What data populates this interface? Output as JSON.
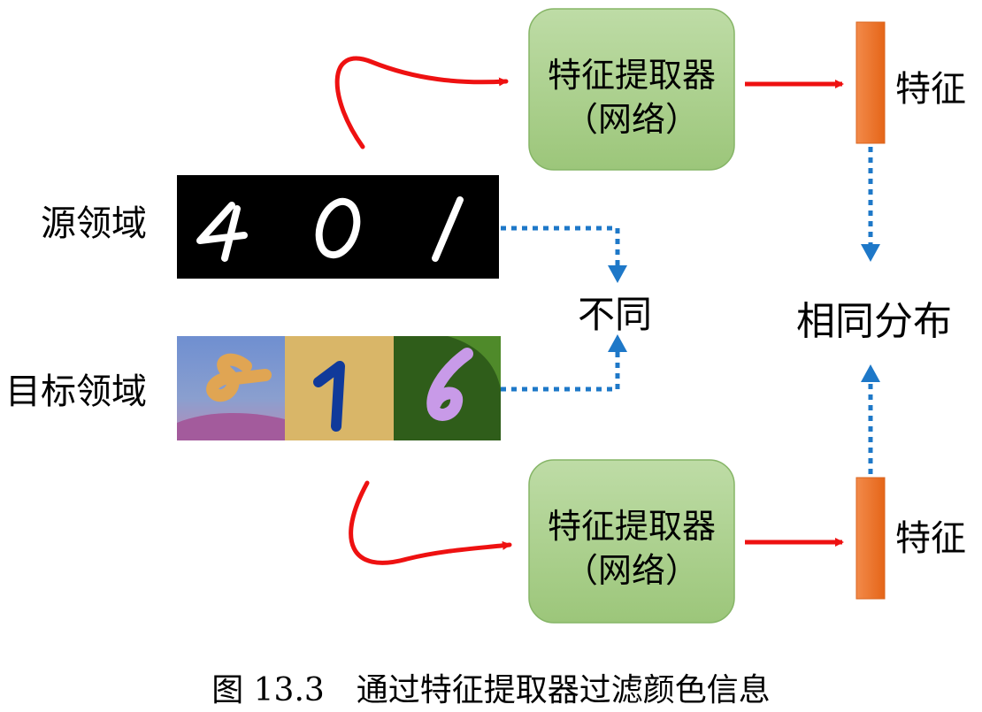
{
  "labels": {
    "source_domain": "源领域",
    "target_domain": "目标领域",
    "different": "不同",
    "same_distribution": "相同分布",
    "caption": "图 13.3　通过特征提取器过滤颜色信息"
  },
  "extractor_top": {
    "line1": "特征提取器",
    "line2": "（网络）"
  },
  "extractor_bottom": {
    "line1": "特征提取器",
    "line2": "（网络）"
  },
  "feature_top": {
    "label": "特征"
  },
  "feature_bottom": {
    "label": "特征"
  },
  "source_digits": [
    "4",
    "0",
    "1"
  ],
  "target_digits": [
    "8",
    "1",
    "6"
  ],
  "colors": {
    "arrow_red": "#ee1111",
    "arrow_blue_dotted": "#1e78c8",
    "extractor_fill": "#a9cf8c",
    "extractor_stroke": "#7fae60",
    "feature_bar": "#ee7128",
    "source_panel_bg": "#000000",
    "target_tile_1": "#7b95c8",
    "target_tile_2": "#d9b668",
    "target_tile_3": "#2f5d1a"
  }
}
